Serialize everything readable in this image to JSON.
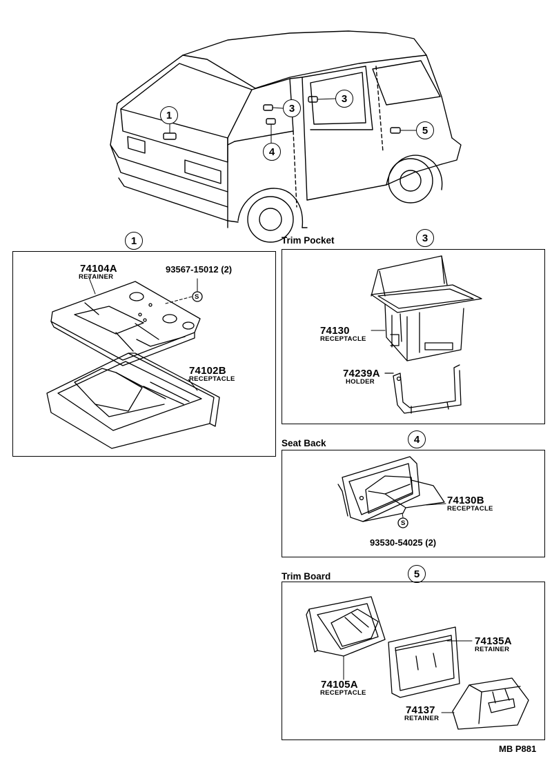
{
  "callouts": {
    "c1": "1",
    "c3": "3",
    "c4": "4",
    "c5": "5"
  },
  "sections": {
    "s1": {
      "marker": "1",
      "parts": [
        {
          "number": "74104A",
          "name": "RETAINER"
        },
        {
          "number": "74102B",
          "name": "RECEPTACLE"
        }
      ],
      "screw": {
        "number": "93567-15012 (2)",
        "symbol": "S"
      }
    },
    "s3": {
      "title": "Trim Pocket",
      "marker": "3",
      "parts": [
        {
          "number": "74130",
          "name": "RECEPTACLE"
        },
        {
          "number": "74239A",
          "name": "HOLDER"
        }
      ]
    },
    "s4": {
      "title": "Seat Back",
      "marker": "4",
      "parts": [
        {
          "number": "74130B",
          "name": "RECEPTACLE"
        }
      ],
      "screw": {
        "number": "93530-54025 (2)",
        "symbol": "S"
      }
    },
    "s5": {
      "title": "Trim Board",
      "marker": "5",
      "parts": [
        {
          "number": "74105A",
          "name": "RECEPTACLE"
        },
        {
          "number": "74135A",
          "name": "RETAINER"
        },
        {
          "number": "74137",
          "name": "RETAINER"
        }
      ]
    }
  },
  "diagram_code": "MB P881"
}
